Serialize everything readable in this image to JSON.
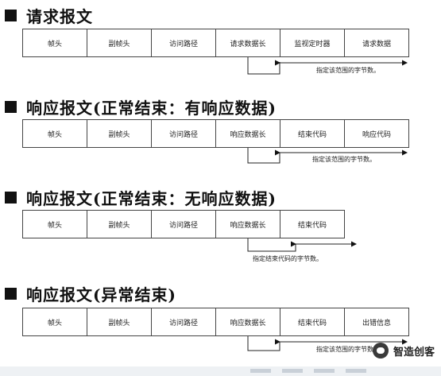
{
  "sections": [
    {
      "title": "请求报文",
      "fields": [
        "帧头",
        "副帧头",
        "访问路径",
        "请求数据长",
        "监视定时器",
        "请求数据"
      ],
      "note": "指定该范围的字节数。"
    },
    {
      "title": "响应报文(正常结束：有响应数据)",
      "fields": [
        "帧头",
        "副帧头",
        "访问路径",
        "响应数据长",
        "结束代码",
        "响应代码"
      ],
      "note": "指定该范围的字节数。"
    },
    {
      "title": "响应报文(正常结束：无响应数据)",
      "fields": [
        "帧头",
        "副帧头",
        "访问路径",
        "响应数据长",
        "结束代码"
      ],
      "note": "指定结束代码的字节数。"
    },
    {
      "title": "响应报文(异常结束)",
      "fields": [
        "帧头",
        "副帧头",
        "访问路径",
        "响应数据长",
        "结束代码",
        "出错信息"
      ],
      "note": "指定该范围的字节数。"
    }
  ],
  "watermark": "智造创客"
}
